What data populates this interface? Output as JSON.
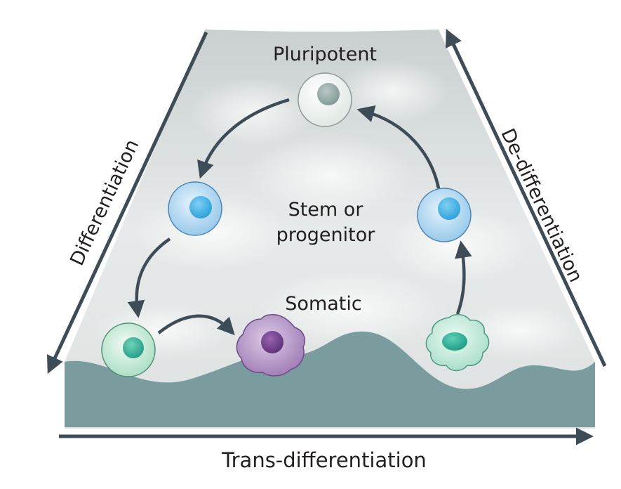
{
  "labels": {
    "pluripotent": "Pluripotent",
    "stem_line1": "Stem or",
    "stem_line2": "progenitor",
    "somatic": "Somatic",
    "left_axis": "Differentiation",
    "right_axis": "De-differentiation",
    "bottom_axis": "Trans-differentiation"
  },
  "colors": {
    "landscape_fill": "#dfe3e3",
    "ground_fill": "#7a9c9e",
    "arrow": "#3e4c57",
    "pluripotent_cell": "#e6ece9",
    "stem_cell": "#a9d3f0",
    "somatic_green_cell": "#c4e8d6",
    "somatic_purple_cell": "#b79ac8",
    "dedifferentiating_cell": "#cbe9dd"
  }
}
